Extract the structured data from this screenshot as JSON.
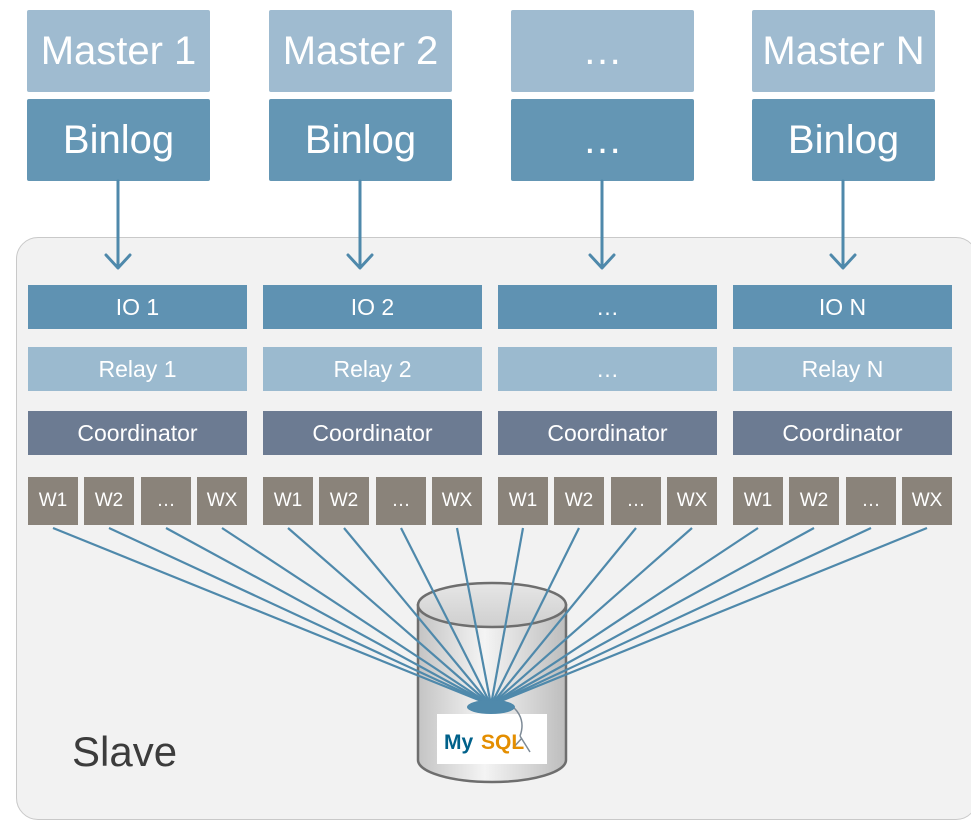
{
  "masters": [
    {
      "label": "Master 1",
      "binlog": "Binlog"
    },
    {
      "label": "Master 2",
      "binlog": "Binlog"
    },
    {
      "label": "…",
      "binlog": "…"
    },
    {
      "label": "Master N",
      "binlog": "Binlog"
    }
  ],
  "slave": {
    "label": "Slave",
    "channels": [
      {
        "io": "IO 1",
        "relay": "Relay 1",
        "coordinator": "Coordinator",
        "workers": [
          "W1",
          "W2",
          "…",
          "WX"
        ]
      },
      {
        "io": "IO 2",
        "relay": "Relay 2",
        "coordinator": "Coordinator",
        "workers": [
          "W1",
          "W2",
          "…",
          "WX"
        ]
      },
      {
        "io": "…",
        "relay": "…",
        "coordinator": "Coordinator",
        "workers": [
          "W1",
          "W2",
          "…",
          "WX"
        ]
      },
      {
        "io": "IO N",
        "relay": "Relay N",
        "coordinator": "Coordinator",
        "workers": [
          "W1",
          "W2",
          "…",
          "WX"
        ]
      }
    ]
  },
  "database": {
    "logo_text_my": "My",
    "logo_text_sql": "SQL"
  },
  "colors": {
    "master": "#9fbbd0",
    "binlog": "#6496b4",
    "io": "#5f92b2",
    "relay": "#9bbacf",
    "coordinator": "#6c7b92",
    "worker": "#8a837a",
    "line": "#4f89ab",
    "mysql_blue": "#00618a",
    "mysql_orange": "#e48e00"
  }
}
